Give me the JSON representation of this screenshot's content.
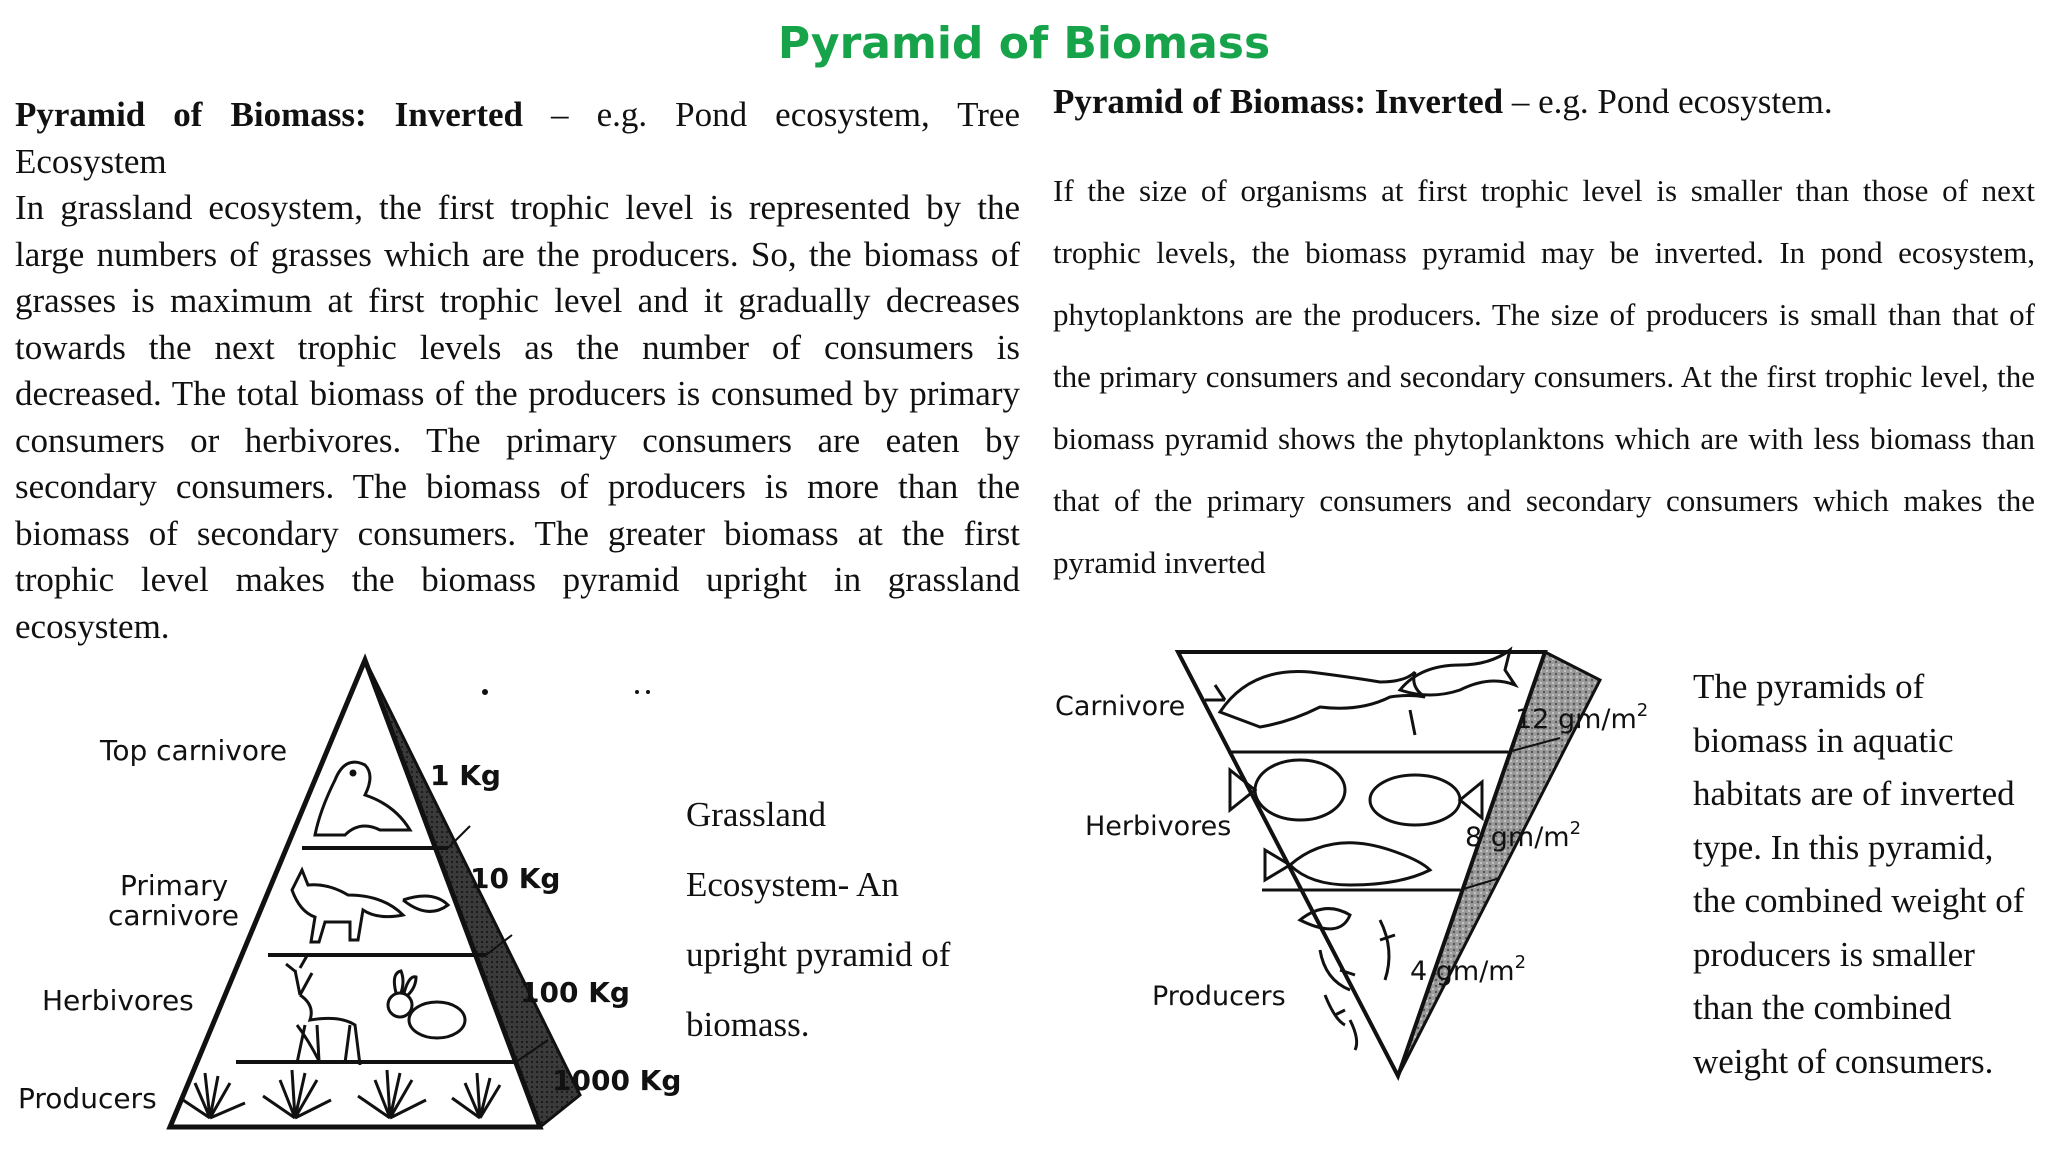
{
  "title": "Pyramid of Biomass",
  "left_text": {
    "heading_bold": "Pyramid of Biomass: Inverted",
    "heading_rest": " – e.g. Pond ecosystem, Tree Ecosystem",
    "body": "In grassland ecosystem, the first trophic level is represented by the large numbers of grasses which are the producers. So, the biomass of grasses is maximum at first trophic level and it gradually decreases towards the next trophic levels as the number of consumers is decreased. The total biomass of the producers is consumed by primary consumers or herbivores. The primary consumers are eaten by secondary consumers. The biomass of producers is more than the biomass of secondary consumers. The greater biomass at the first trophic level makes the biomass pyramid upright in grassland ecosystem."
  },
  "right_text": {
    "heading_bold": "Pyramid of Biomass: Inverted",
    "heading_rest": " – e.g. Pond ecosystem.",
    "body": "If the size of organisms at first trophic level is smaller than those of next trophic levels, the biomass pyramid may be inverted. In pond ecosystem, phytoplanktons are the producers. The size of producers is small than that of the primary consumers and secondary consumers. At the first trophic level, the biomass pyramid shows the phytoplanktons which are with less biomass than that of the primary consumers and secondary consumers which makes the pyramid inverted"
  },
  "upright_pyramid": {
    "levels": [
      "Top carnivore",
      "Primary",
      "carnivore",
      "Herbivores",
      "Producers"
    ],
    "biomass": [
      "1 Kg",
      "10 Kg",
      "100 Kg",
      "1000 Kg"
    ]
  },
  "inverted_pyramid": {
    "levels": [
      "Carnivore",
      "Herbivores",
      "Producers"
    ],
    "biomass": [
      "12 gm/m",
      "8 gm/m",
      "4 gm/m"
    ],
    "superscript": "2"
  },
  "caption_left": "Grassland Ecosystem- An upright pyramid of biomass.",
  "caption_right": "The pyramids of biomass in aquatic habitats are of inverted type. In this pyramid, the combined weight of producers is smaller than the combined weight of consumers."
}
